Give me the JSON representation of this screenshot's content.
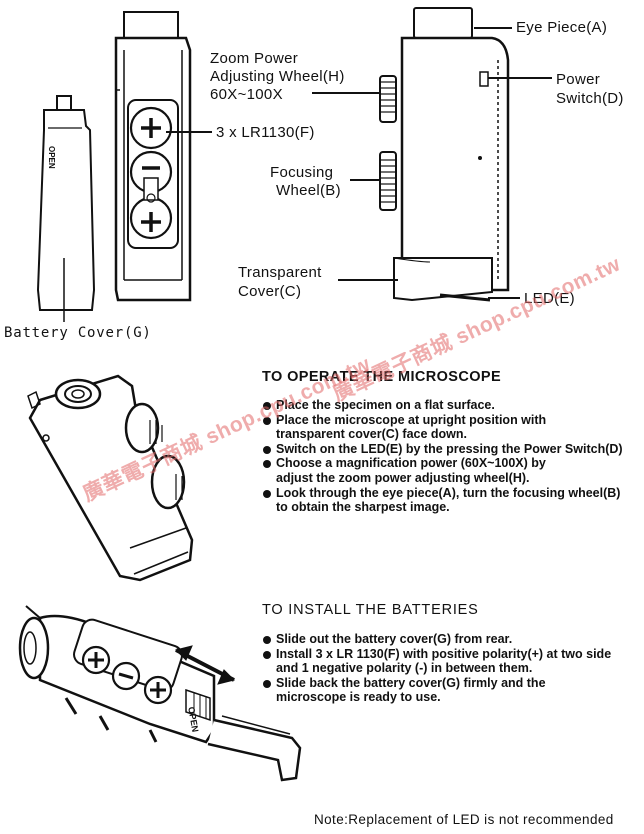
{
  "labels": {
    "eye_piece": "Eye Piece(A)",
    "zoom_line1": "Zoom Power",
    "zoom_line2": "Adjusting Wheel(H)",
    "zoom_line3": "60X~100X",
    "power_line1": "Power",
    "power_line2": "Switch(D)",
    "batteries": "3 x LR1130(F)",
    "focusing_line1": "Focusing",
    "focusing_line2": "Wheel(B)",
    "transparent_line1": "Transparent",
    "transparent_line2": "Cover(C)",
    "led": "LED(E)",
    "battery_cover": "Battery Cover(G)",
    "open_stamp": "OPEN"
  },
  "operate": {
    "heading": "TO OPERATE THE MICROSCOPE",
    "items": [
      "Place the specimen on a flat surface.",
      "Place the microscope at upright position with transparent cover(C) face down.",
      "Switch on the LED(E) by the pressing the Power Switch(D)",
      "Choose a magnification power (60X~100X) by adjust the zoom power adjusting wheel(H).",
      "Look through the eye piece(A), turn the focusing wheel(B) to obtain the sharpest image."
    ]
  },
  "install": {
    "heading": "TO INSTALL THE BATTERIES",
    "items": [
      "Slide out the battery cover(G) from rear.",
      "Install 3 x  LR 1130(F) with positive polarity(+) at two side and 1 negative polarity (-) in between them.",
      "Slide back the battery cover(G) firmly and the microscope  is ready to use."
    ]
  },
  "note": "Note:Replacement of LED is not recommended",
  "watermark": "廣華電子商城 shop.cpu.com.tw",
  "colors": {
    "ink": "#111111",
    "watermark": "#e36a6a"
  }
}
